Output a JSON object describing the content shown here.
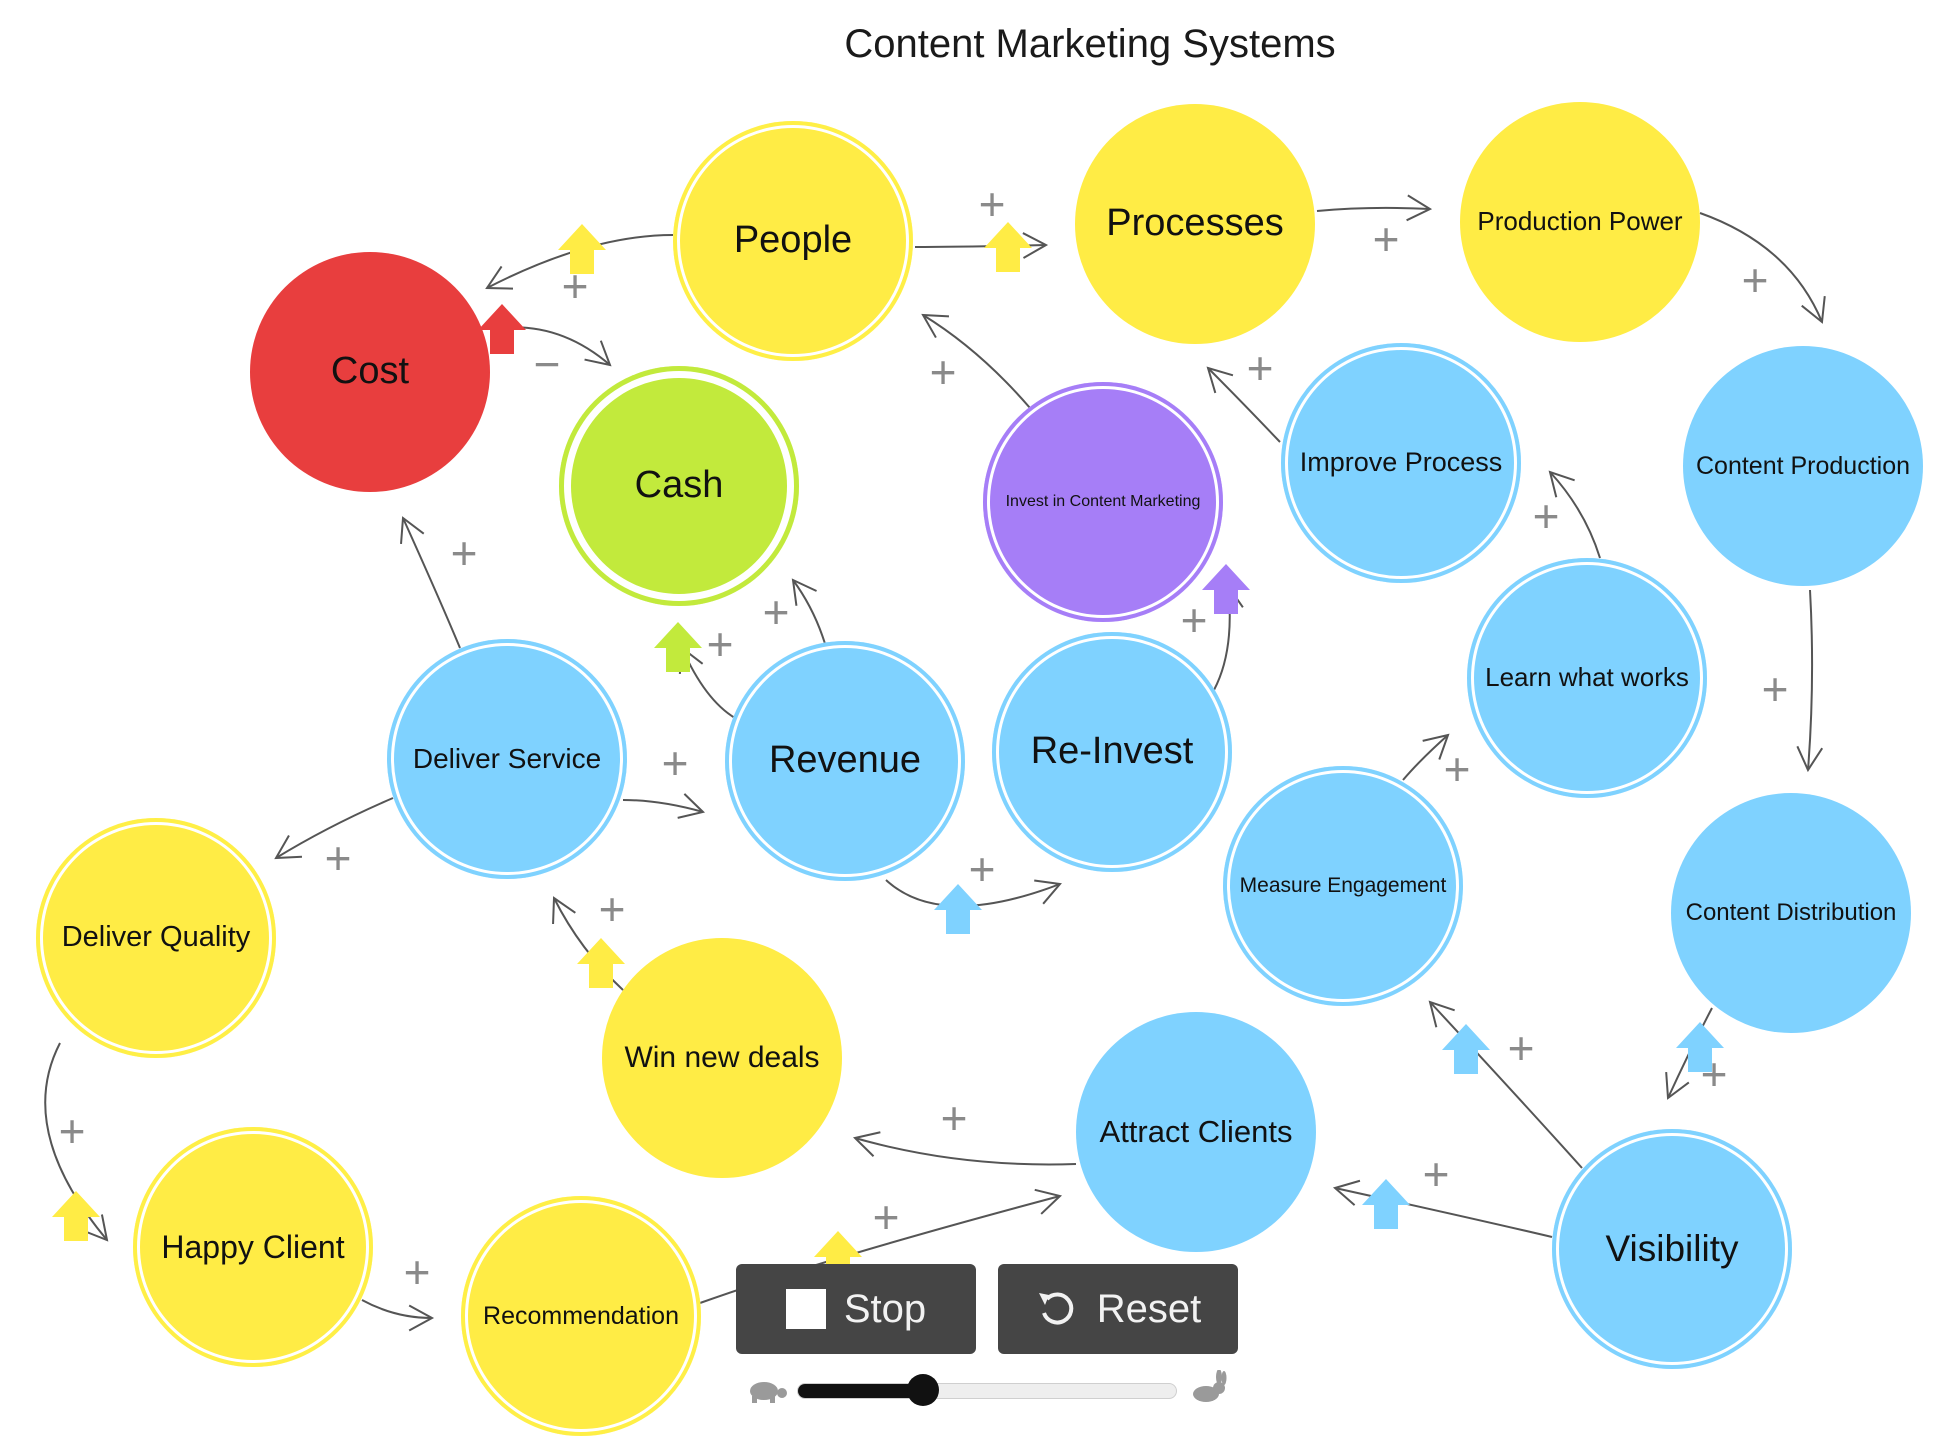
{
  "title": "Content Marketing Systems",
  "colors": {
    "yellow": "#ffec45",
    "blue": "#7fd2ff",
    "red": "#e83e3e",
    "green": "#c2ea3c",
    "purple": "#a67ef7",
    "arrow": "#555555",
    "sign": "#8a8a8a",
    "button": "#454545"
  },
  "nodes": [
    {
      "id": "cost",
      "label": "Cost",
      "color": "red",
      "ring": false
    },
    {
      "id": "people",
      "label": "People",
      "color": "yellow",
      "ring": true
    },
    {
      "id": "processes",
      "label": "Processes",
      "color": "yellow",
      "ring": false
    },
    {
      "id": "production_power",
      "label": "Production Power",
      "color": "yellow",
      "ring": false
    },
    {
      "id": "cash",
      "label": "Cash",
      "color": "green",
      "ring": true
    },
    {
      "id": "invest",
      "label": "Invest in Content Marketing",
      "color": "purple",
      "ring": true
    },
    {
      "id": "improve_process",
      "label": "Improve Process",
      "color": "blue",
      "ring": true
    },
    {
      "id": "content_production",
      "label": "Content Production",
      "color": "blue",
      "ring": false
    },
    {
      "id": "learn",
      "label": "Learn what works",
      "color": "blue",
      "ring": true
    },
    {
      "id": "deliver_service",
      "label": "Deliver Service",
      "color": "blue",
      "ring": true
    },
    {
      "id": "revenue",
      "label": "Revenue",
      "color": "blue",
      "ring": true
    },
    {
      "id": "reinvest",
      "label": "Re-Invest",
      "color": "blue",
      "ring": true
    },
    {
      "id": "measure",
      "label": "Measure Engagement",
      "color": "blue",
      "ring": true
    },
    {
      "id": "content_distribution",
      "label": "Content Distribution",
      "color": "blue",
      "ring": false
    },
    {
      "id": "deliver_quality",
      "label": "Deliver Quality",
      "color": "yellow",
      "ring": true
    },
    {
      "id": "win_deals",
      "label": "Win new deals",
      "color": "yellow",
      "ring": false
    },
    {
      "id": "attract",
      "label": "Attract Clients",
      "color": "blue",
      "ring": false
    },
    {
      "id": "happy_client",
      "label": "Happy Client",
      "color": "yellow",
      "ring": true
    },
    {
      "id": "recommendation",
      "label": "Recommendation",
      "color": "yellow",
      "ring": true
    },
    {
      "id": "visibility",
      "label": "Visibility",
      "color": "blue",
      "ring": true
    }
  ],
  "links": [
    {
      "from": "people",
      "to": "cost",
      "sign": "+",
      "indicator": "yellow"
    },
    {
      "from": "people",
      "to": "processes",
      "sign": "+",
      "indicator": "yellow"
    },
    {
      "from": "processes",
      "to": "production_power",
      "sign": "+"
    },
    {
      "from": "production_power",
      "to": "content_production",
      "sign": "+"
    },
    {
      "from": "content_production",
      "to": "content_distribution",
      "sign": "+"
    },
    {
      "from": "content_distribution",
      "to": "visibility",
      "sign": "+",
      "indicator": "blue"
    },
    {
      "from": "cost",
      "to": "cash",
      "sign": "−",
      "indicator": "red"
    },
    {
      "from": "invest",
      "to": "people",
      "sign": "+"
    },
    {
      "from": "improve_process",
      "to": "processes",
      "sign": "+"
    },
    {
      "from": "learn",
      "to": "improve_process",
      "sign": "+"
    },
    {
      "from": "measure",
      "to": "learn",
      "sign": "+"
    },
    {
      "from": "visibility",
      "to": "measure",
      "sign": "+",
      "indicator": "blue"
    },
    {
      "from": "visibility",
      "to": "attract",
      "sign": "+",
      "indicator": "blue"
    },
    {
      "from": "attract",
      "to": "win_deals",
      "sign": "+"
    },
    {
      "from": "recommendation",
      "to": "attract",
      "sign": "+",
      "indicator": "yellow"
    },
    {
      "from": "win_deals",
      "to": "deliver_service",
      "sign": "+",
      "indicator": "yellow"
    },
    {
      "from": "deliver_service",
      "to": "cost",
      "sign": "+"
    },
    {
      "from": "deliver_service",
      "to": "revenue",
      "sign": "+"
    },
    {
      "from": "deliver_service",
      "to": "deliver_quality",
      "sign": "+"
    },
    {
      "from": "revenue",
      "to": "cash",
      "sign": "+",
      "indicator": "green"
    },
    {
      "from": "revenue",
      "to": "cash",
      "sign": "+"
    },
    {
      "from": "revenue",
      "to": "reinvest",
      "sign": "+",
      "indicator": "blue"
    },
    {
      "from": "reinvest",
      "to": "invest",
      "sign": "+",
      "indicator": "purple"
    },
    {
      "from": "deliver_quality",
      "to": "happy_client",
      "sign": "+",
      "indicator": "yellow"
    },
    {
      "from": "happy_client",
      "to": "recommendation",
      "sign": "+"
    }
  ],
  "controls": {
    "stop_label": "Stop",
    "reset_label": "Reset",
    "speed_fraction": 0.33,
    "slow_icon": "turtle-icon",
    "fast_icon": "rabbit-icon"
  }
}
